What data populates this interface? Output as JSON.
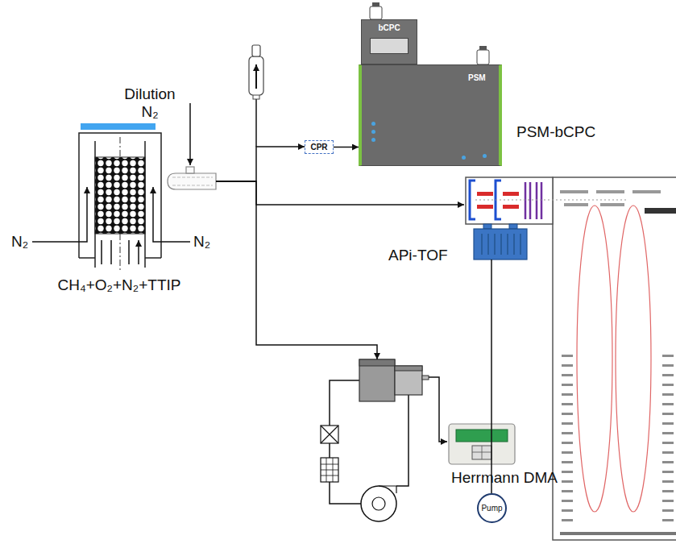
{
  "diagram": {
    "nodes": [
      {
        "text": [
          "CH₄+O₂+N₂+TTIP"
        ]
      },
      {
        "text": [
          "Dilution N₂"
        ]
      },
      {
        "text": [
          "CPR"
        ]
      },
      {
        "text": [
          "PSM",
          "PSM-bCPC"
        ]
      },
      {
        "text": [
          "bCPC"
        ]
      },
      {
        "text": [
          "APi-TOF"
        ]
      },
      {
        "text": [
          "Pump"
        ]
      },
      {
        "text": [
          "Herrmann DMA"
        ]
      }
    ],
    "edges": [
      {
        "from": 1,
        "to": 2,
        "arrow": "to"
      },
      {
        "from": 2,
        "to": 3,
        "arrow": "to"
      },
      {
        "from": 1,
        "to": 5,
        "arrow": "to"
      },
      {
        "from": 1,
        "to": 7,
        "arrow": "to"
      },
      {
        "from": 5,
        "to": 6,
        "arrow": "none"
      }
    ],
    "labels": [
      "N₂",
      "N₂"
    ]
  }
}
